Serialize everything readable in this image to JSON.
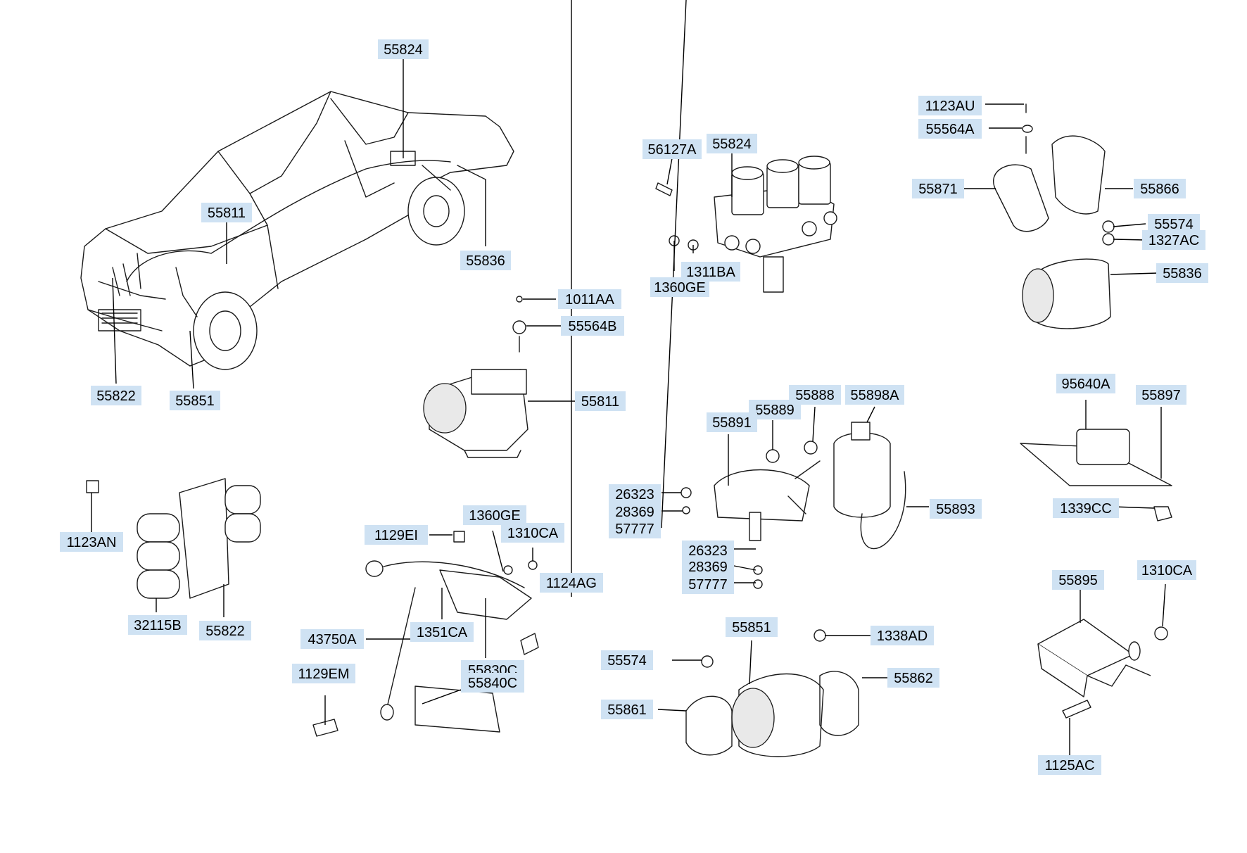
{
  "theme": {
    "callout_fill": "#cfe2f3",
    "line_color": "#000000"
  },
  "callouts": [
    {
      "id": "c01",
      "text": "55824"
    },
    {
      "id": "c02",
      "text": "55811"
    },
    {
      "id": "c03",
      "text": "55836"
    },
    {
      "id": "c04",
      "text": "55822"
    },
    {
      "id": "c05",
      "text": "55851"
    },
    {
      "id": "c06",
      "text": "56127A"
    },
    {
      "id": "c07",
      "text": "55824"
    },
    {
      "id": "c08",
      "text": "1311BA"
    },
    {
      "id": "c09",
      "text": "1360GE"
    },
    {
      "id": "c10",
      "text": "1123AU"
    },
    {
      "id": "c11",
      "text": "55564A"
    },
    {
      "id": "c12",
      "text": "55871"
    },
    {
      "id": "c13",
      "text": "55866"
    },
    {
      "id": "c14",
      "text": "55574"
    },
    {
      "id": "c15",
      "text": "1327AC"
    },
    {
      "id": "c16",
      "text": "55836"
    },
    {
      "id": "c17",
      "text": "1011AA"
    },
    {
      "id": "c18",
      "text": "55564B"
    },
    {
      "id": "c19",
      "text": "55811"
    },
    {
      "id": "c20",
      "text": "55888"
    },
    {
      "id": "c21",
      "text": "55898A"
    },
    {
      "id": "c22",
      "text": "55889"
    },
    {
      "id": "c23",
      "text": "55891"
    },
    {
      "id": "c24",
      "text": "95640A"
    },
    {
      "id": "c25",
      "text": "55897"
    },
    {
      "id": "c26",
      "text": "1123AN"
    },
    {
      "id": "c27",
      "text": "32115B"
    },
    {
      "id": "c28",
      "text": "55822"
    },
    {
      "id": "c29",
      "text": "1360GE"
    },
    {
      "id": "c30",
      "text": "1129EI"
    },
    {
      "id": "c31",
      "text": "1310CA"
    },
    {
      "id": "c32",
      "text": "1124AG"
    },
    {
      "id": "c33",
      "text": "43750A"
    },
    {
      "id": "c34",
      "text": "1351CA"
    },
    {
      "id": "c35",
      "text": "55830C"
    },
    {
      "id": "c36",
      "text": "55840C"
    },
    {
      "id": "c37",
      "text": "1129EM"
    },
    {
      "id": "c38",
      "text": "26323"
    },
    {
      "id": "c39",
      "text": "28369"
    },
    {
      "id": "c40",
      "text": "57777"
    },
    {
      "id": "c41",
      "text": "26323"
    },
    {
      "id": "c42",
      "text": "28369"
    },
    {
      "id": "c43",
      "text": "57777"
    },
    {
      "id": "c44",
      "text": "55893"
    },
    {
      "id": "c45",
      "text": "1339CC"
    },
    {
      "id": "c46",
      "text": "55895"
    },
    {
      "id": "c47",
      "text": "1310CA"
    },
    {
      "id": "c48",
      "text": "55851"
    },
    {
      "id": "c49",
      "text": "1338AD"
    },
    {
      "id": "c50",
      "text": "55574"
    },
    {
      "id": "c51",
      "text": "55862"
    },
    {
      "id": "c52",
      "text": "55861"
    },
    {
      "id": "c53",
      "text": "1125AC"
    }
  ]
}
